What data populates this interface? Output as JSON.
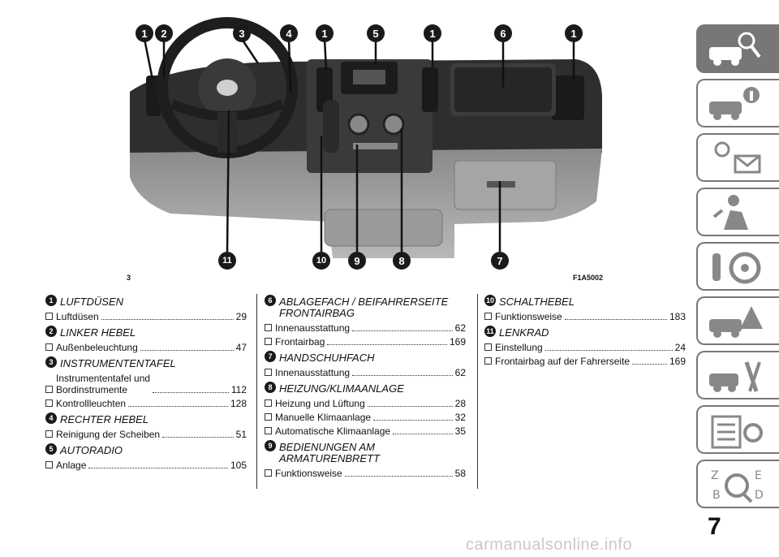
{
  "figure": {
    "number": "3",
    "code": "F1A5002",
    "callouts_top": [
      "1",
      "2",
      "3",
      "4",
      "1",
      "5",
      "1",
      "6",
      "1"
    ],
    "callouts_bottom": [
      "11",
      "10",
      "9",
      "8",
      "7"
    ]
  },
  "sections": [
    {
      "num": "1",
      "title": "LUFTDÜSEN",
      "entries": [
        {
          "text": "Luftdüsen",
          "page": "29"
        }
      ]
    },
    {
      "num": "2",
      "title": "LINKER HEBEL",
      "entries": [
        {
          "text": "Außenbeleuchtung",
          "page": "47"
        }
      ]
    },
    {
      "num": "3",
      "title": "INSTRUMENTENTAFEL",
      "entries": [
        {
          "text": "Instrumententafel und\nBordinstrumente",
          "page": "112"
        },
        {
          "text": "Kontrollleuchten",
          "page": "128"
        }
      ]
    },
    {
      "num": "4",
      "title": "RECHTER HEBEL",
      "entries": [
        {
          "text": "Reinigung der Scheiben",
          "page": "51"
        }
      ]
    },
    {
      "num": "5",
      "title": "AUTORADIO",
      "entries": [
        {
          "text": "Anlage",
          "page": "105"
        }
      ]
    },
    {
      "num": "6",
      "title": "ABLAGEFACH / BEIFAHRERSEITE\nFRONTAIRBAG",
      "entries": [
        {
          "text": "Innenausstattung",
          "page": "62"
        },
        {
          "text": "Frontairbag",
          "page": "169"
        }
      ]
    },
    {
      "num": "7",
      "title": "HANDSCHUHFACH",
      "entries": [
        {
          "text": "Innenausstattung",
          "page": "62"
        }
      ]
    },
    {
      "num": "8",
      "title": "HEIZUNG/KLIMAANLAGE",
      "entries": [
        {
          "text": "Heizung und Lüftung",
          "page": "28"
        },
        {
          "text": "Manuelle Klimaanlage",
          "page": "32"
        },
        {
          "text": "Automatische Klimaanlage",
          "page": "35"
        }
      ]
    },
    {
      "num": "9",
      "title": "BEDIENUNGEN AM\nARMATURENBRETT",
      "entries": [
        {
          "text": "Funktionsweise",
          "page": "58"
        }
      ]
    },
    {
      "num": "10",
      "title": "SCHALTHEBEL",
      "entries": [
        {
          "text": "Funktionsweise",
          "page": "183"
        }
      ]
    },
    {
      "num": "11",
      "title": "LENKRAD",
      "entries": [
        {
          "text": "Einstellung",
          "page": "24"
        },
        {
          "text": "Frontairbag auf der Fahrerseite",
          "page": "169"
        }
      ]
    }
  ],
  "tab_icons": [
    "car-search-icon",
    "car-info-icon",
    "warning-lights-icon",
    "airbag-person-icon",
    "driving-wheel-icon",
    "car-warning-icon",
    "car-tools-icon",
    "specs-gears-icon",
    "alphabet-index-icon"
  ],
  "page_number": "7",
  "watermark": "carmanualsonline.info",
  "colors": {
    "tab_gray": "#777777",
    "callout": "#1a1a1a"
  }
}
